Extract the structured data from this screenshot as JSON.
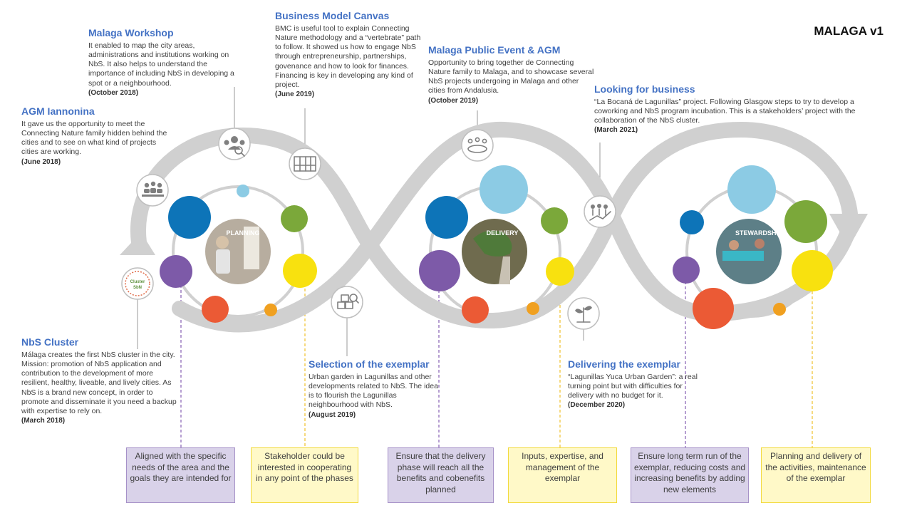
{
  "title": "MALAGA v1",
  "phases": [
    {
      "label": "PLANNING"
    },
    {
      "label": "DELIVERY"
    },
    {
      "label": "STEWARDSHIP"
    }
  ],
  "milestones": [
    {
      "title": "Malaga Workshop",
      "text": "It enabled to map the city areas, administrations and institutions working on NbS. It also helps to understand the importance of including NbS in developing a spot or a neighbourhood.",
      "date": "(October 2018)"
    },
    {
      "title": "AGM Iannonina",
      "text": "It gave us the opportunity to meet the Connecting Nature family hidden behind the cities and to see on what kind of projects cities are working.",
      "date": "(June 2018)"
    },
    {
      "title": "Business Model Canvas",
      "text": "BMC is useful tool to explain Connecting Nature methodology and a “vertebrate” path to follow. It showed us how to engage NbS through entrepreneurship, partnerships, govenance and how to look for finances. Financing is key in developing any kind of project.",
      "date": "(June 2019)"
    },
    {
      "title": "Malaga Public Event & AGM",
      "text": "Opportunity to bring together de Connecting Nature family to Malaga, and to showcase several NbS projects undergoing in Malaga and other cities from Andalusia.",
      "date": "(October 2019)"
    },
    {
      "title": "Looking for business",
      "text": "“La Bocaná de Lagunillas” project. Following Glasgow steps to try to develop a coworking and NbS program incubation. This is a stakeholders’ project with the collaboration of the NbS cluster.",
      "date": "(March 2021)"
    },
    {
      "title": "NbS Cluster",
      "text": "Málaga creates the first NbS cluster in the city. Mission: promotion of NbS application and contribution to the development of more resilient, healthy, liveable, and lively cities. As NbS is a brand new concept, in order to promote and disseminate it you need a backup with expertise to rely on.",
      "date": "(March 2018)"
    },
    {
      "title": "Selection of the exemplar",
      "text": "Urban garden in Lagunillas and other developments related to NbS. The idea is to flourish the Lagunillas neighbourhood with NbS.",
      "date": "(August 2019)"
    },
    {
      "title": "Delivering the exemplar",
      "text": "“Lagunillas Yuca Urban Garden”: a real turning point but with difficulties for delivery with no budget for it.",
      "date": "(December 2020)"
    }
  ],
  "badge": {
    "line1": "Cluster",
    "line2": "SbN"
  },
  "boxes": [
    {
      "text": "Aligned with the specific needs of the area and the goals they are intended for",
      "color": "purple"
    },
    {
      "text": "Stakeholder could be interested in cooperating in any point of the phases",
      "color": "yellow"
    },
    {
      "text": "Ensure that the delivery phase will reach all the benefits and cobenefits planned",
      "color": "purple"
    },
    {
      "text": "Inputs, expertise, and management of the exemplar",
      "color": "yellow"
    },
    {
      "text": "Ensure long term run of the exemplar, reducing costs and increasing benefits by adding new elements",
      "color": "purple"
    },
    {
      "text": "Planning and delivery of the activities, maintenance of the exemplar",
      "color": "yellow"
    }
  ],
  "colors": {
    "accent_title": "#4472c4",
    "ribbon": "#d0d0d0",
    "blue": "#0d74b8",
    "light_blue": "#8ccbe4",
    "green": "#7ba83a",
    "yellow": "#f8e10f",
    "orange": "#f0a020",
    "red": "#eb5a35",
    "purple": "#7d5aa8",
    "box_purple": "#d9d2e9",
    "box_yellow": "#fff9c8"
  },
  "icons": [
    "meeting-icon",
    "workshop-people-icon",
    "canvas-board-icon",
    "round-table-icon",
    "growth-people-icon",
    "cluster-badge-icon",
    "search-boxes-icon",
    "sprout-icon"
  ]
}
